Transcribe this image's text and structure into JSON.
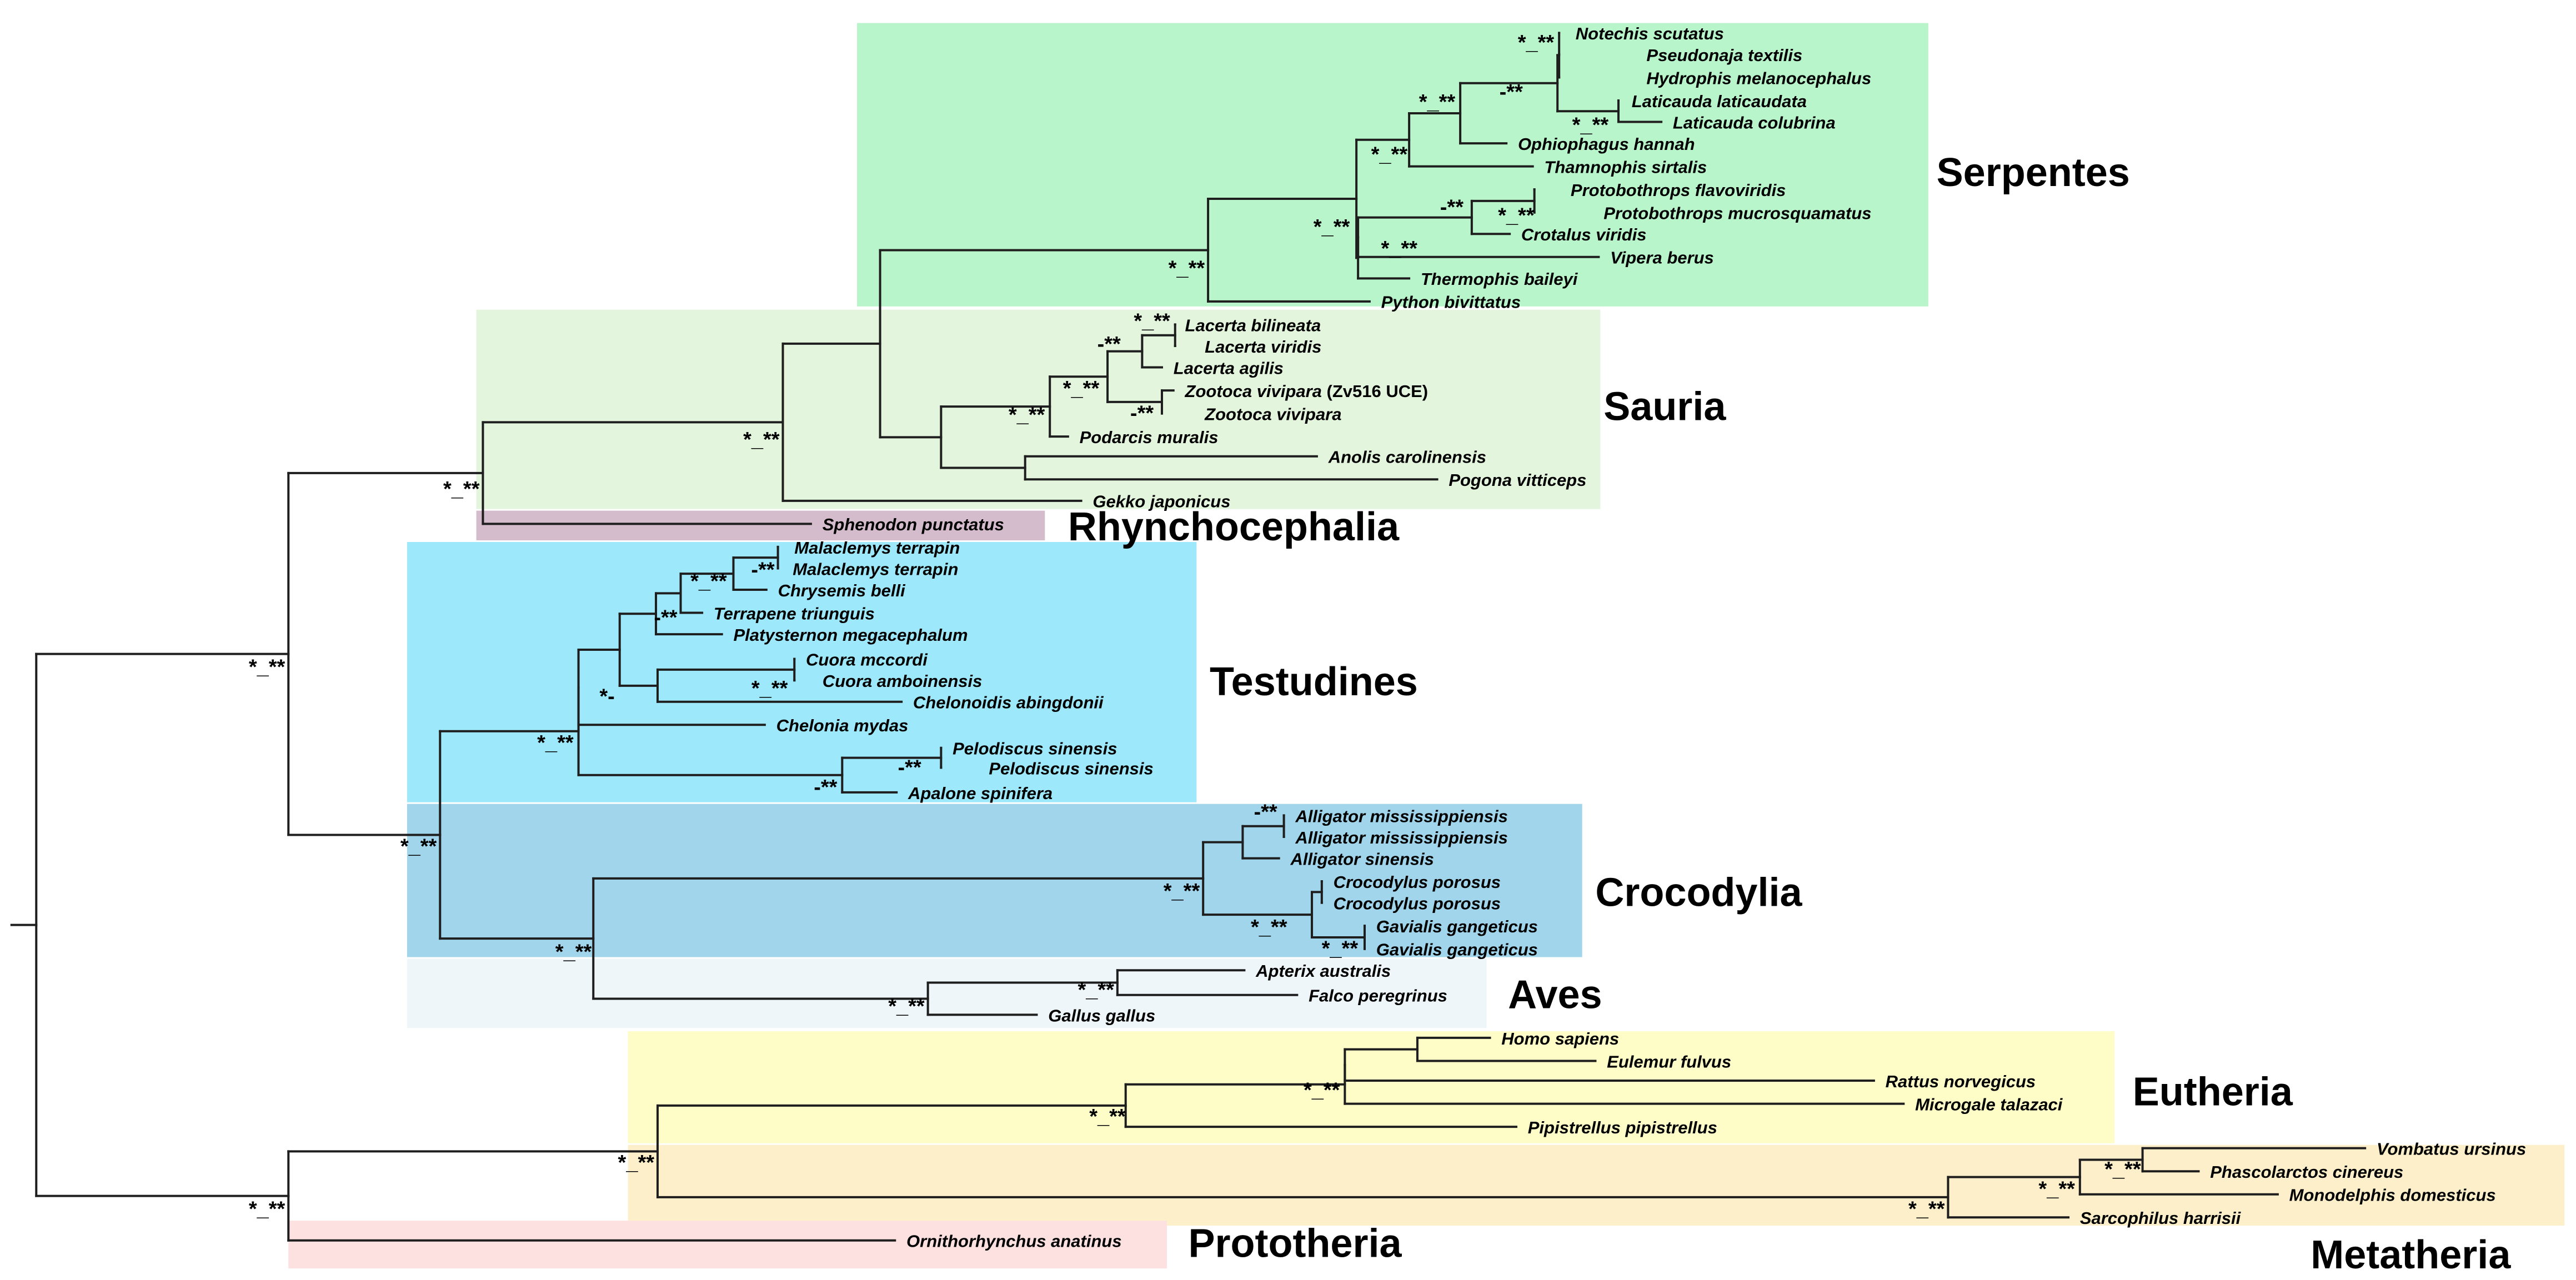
{
  "colors": {
    "serpentes": "#b9f5cb",
    "sauria": "#e3f5dc",
    "rhynchocephalia": "#d5bccc",
    "testudines": "#9ee8fb",
    "crocodylia": "#a0d5ec",
    "aves": "#eef6fa",
    "eutheria": "#fefcc7",
    "metatheria": "#fdedc3",
    "prototheria": "#fde0e0",
    "branch": "#1e1e1e"
  },
  "clades": [
    {
      "id": "serpentes",
      "name": "Serpentes"
    },
    {
      "id": "sauria",
      "name": "Sauria"
    },
    {
      "id": "rhynchocephalia",
      "name": "Rhynchocephalia"
    },
    {
      "id": "testudines",
      "name": "Testudines"
    },
    {
      "id": "crocodylia",
      "name": "Crocodylia"
    },
    {
      "id": "aves",
      "name": "Aves"
    },
    {
      "id": "eutheria",
      "name": "Eutheria"
    },
    {
      "id": "metatheria",
      "name": "Metatheria"
    },
    {
      "id": "prototheria",
      "name": "Prototheria"
    }
  ],
  "taxa": [
    {
      "id": "notechis",
      "name": "Notechis scutatus"
    },
    {
      "id": "pseudonaja",
      "name": "Pseudonaja textilis"
    },
    {
      "id": "hydrophis",
      "name": "Hydrophis melanocephalus"
    },
    {
      "id": "laticauda1",
      "name": "Laticauda laticaudata"
    },
    {
      "id": "laticauda2",
      "name": "Laticauda colubrina"
    },
    {
      "id": "ophiophagus",
      "name": "Ophiophagus hannah"
    },
    {
      "id": "thamnophis",
      "name": "Thamnophis sirtalis"
    },
    {
      "id": "proto1",
      "name": "Protobothrops flavoviridis"
    },
    {
      "id": "proto2",
      "name": "Protobothrops mucrosquamatus"
    },
    {
      "id": "crotalus",
      "name": "Crotalus viridis"
    },
    {
      "id": "vipera",
      "name": "Vipera berus"
    },
    {
      "id": "thermophis",
      "name": "Thermophis baileyi"
    },
    {
      "id": "python",
      "name": "Python bivittatus"
    },
    {
      "id": "lacbil",
      "name": "Lacerta bilineata"
    },
    {
      "id": "lacvir",
      "name": "Lacerta viridis"
    },
    {
      "id": "lacagi",
      "name": "Lacerta agilis"
    },
    {
      "id": "zoouce",
      "name": "Zootoca vivipara",
      "suffix": " (Zv516 UCE)"
    },
    {
      "id": "zoo",
      "name": "Zootoca vivipara"
    },
    {
      "id": "podarcis",
      "name": "Podarcis muralis"
    },
    {
      "id": "anolis",
      "name": "Anolis carolinensis"
    },
    {
      "id": "pogona",
      "name": "Pogona vitticeps"
    },
    {
      "id": "gekko",
      "name": "Gekko japonicus"
    },
    {
      "id": "sphenodon",
      "name": "Sphenodon punctatus"
    },
    {
      "id": "mal1",
      "name": "Malaclemys terrapin"
    },
    {
      "id": "mal2",
      "name": "Malaclemys terrapin"
    },
    {
      "id": "chrysemys",
      "name": "Chrysemis belli"
    },
    {
      "id": "terrapene",
      "name": "Terrapene triunguis"
    },
    {
      "id": "platysternon",
      "name": "Platysternon megacephalum"
    },
    {
      "id": "cuoramc",
      "name": "Cuora mccordi"
    },
    {
      "id": "cuoraam",
      "name": "Cuora amboinensis"
    },
    {
      "id": "chelonoidis",
      "name": "Chelonoidis abingdonii"
    },
    {
      "id": "chelonia",
      "name": "Chelonia mydas"
    },
    {
      "id": "pelo1",
      "name": "Pelodiscus sinensis"
    },
    {
      "id": "pelo2",
      "name": "Pelodiscus sinensis"
    },
    {
      "id": "apalone",
      "name": "Apalone spinifera"
    },
    {
      "id": "allmis1",
      "name": "Alligator mississippiensis"
    },
    {
      "id": "allmis2",
      "name": "Alligator mississippiensis"
    },
    {
      "id": "allsin",
      "name": "Alligator sinensis"
    },
    {
      "id": "croc1",
      "name": "Crocodylus porosus"
    },
    {
      "id": "croc2",
      "name": "Crocodylus porosus"
    },
    {
      "id": "gav1",
      "name": "Gavialis gangeticus"
    },
    {
      "id": "gav2",
      "name": "Gavialis gangeticus"
    },
    {
      "id": "apteryx",
      "name": "Apterix australis"
    },
    {
      "id": "falco",
      "name": "Falco peregrinus"
    },
    {
      "id": "gallus",
      "name": "Gallus gallus"
    },
    {
      "id": "homo",
      "name": "Homo sapiens"
    },
    {
      "id": "eulemur",
      "name": "Eulemur fulvus"
    },
    {
      "id": "rattus",
      "name": "Rattus norvegicus"
    },
    {
      "id": "microgale",
      "name": "Microgale talazaci"
    },
    {
      "id": "pipistrellus",
      "name": "Pipistrellus pipistrellus"
    },
    {
      "id": "vombatus",
      "name": "Vombatus ursinus"
    },
    {
      "id": "phascolarctos",
      "name": "Phascolarctos cinereus"
    },
    {
      "id": "monodelphis",
      "name": "Monodelphis domesticus"
    },
    {
      "id": "sarcophilus",
      "name": "Sarcophilus harrisii"
    },
    {
      "id": "ornithorhynchus",
      "name": "Ornithorhynchus anatinus"
    }
  ],
  "support": [
    {
      "id": "s1",
      "text": "*_**"
    },
    {
      "id": "s2",
      "text": "-**"
    },
    {
      "id": "s3",
      "text": "*_**"
    },
    {
      "id": "s4",
      "text": "*_**"
    },
    {
      "id": "s5",
      "text": "*_**"
    },
    {
      "id": "s6",
      "text": "-**"
    },
    {
      "id": "s7",
      "text": "*_**"
    },
    {
      "id": "s8",
      "text": "*_**"
    },
    {
      "id": "s9",
      "text": "*_**"
    },
    {
      "id": "s10",
      "text": "*_**"
    },
    {
      "id": "s11",
      "text": "*_**"
    },
    {
      "id": "s12",
      "text": "-**"
    },
    {
      "id": "s13",
      "text": "*_**"
    },
    {
      "id": "s14",
      "text": "-**"
    },
    {
      "id": "s15",
      "text": "*_**"
    },
    {
      "id": "s16",
      "text": "*_**"
    },
    {
      "id": "s17",
      "text": "*_**"
    },
    {
      "id": "s18",
      "text": "-**"
    },
    {
      "id": "s19",
      "text": "*_**"
    },
    {
      "id": "s20",
      "text": "-**"
    },
    {
      "id": "s21",
      "text": "*_**"
    },
    {
      "id": "s22",
      "text": "*-"
    },
    {
      "id": "s23",
      "text": "*_**"
    },
    {
      "id": "s24",
      "text": "-**"
    },
    {
      "id": "s25",
      "text": "-**"
    },
    {
      "id": "s26",
      "text": "*_**"
    },
    {
      "id": "s27",
      "text": "-**"
    },
    {
      "id": "s28",
      "text": "*_**"
    },
    {
      "id": "s29",
      "text": "*_**"
    },
    {
      "id": "s30",
      "text": "*_**"
    },
    {
      "id": "s31",
      "text": "*_**"
    },
    {
      "id": "s32",
      "text": "*_**"
    },
    {
      "id": "s33",
      "text": "*_**"
    },
    {
      "id": "s34",
      "text": "*_**"
    },
    {
      "id": "s35",
      "text": "*_**"
    },
    {
      "id": "s36",
      "text": "*_**"
    },
    {
      "id": "s37",
      "text": "*_**"
    },
    {
      "id": "s38",
      "text": "*_**"
    },
    {
      "id": "s39",
      "text": "*_**"
    },
    {
      "id": "s40",
      "text": "*_**"
    },
    {
      "id": "s41",
      "text": "*_**"
    },
    {
      "id": "s42",
      "text": "*_**"
    }
  ]
}
